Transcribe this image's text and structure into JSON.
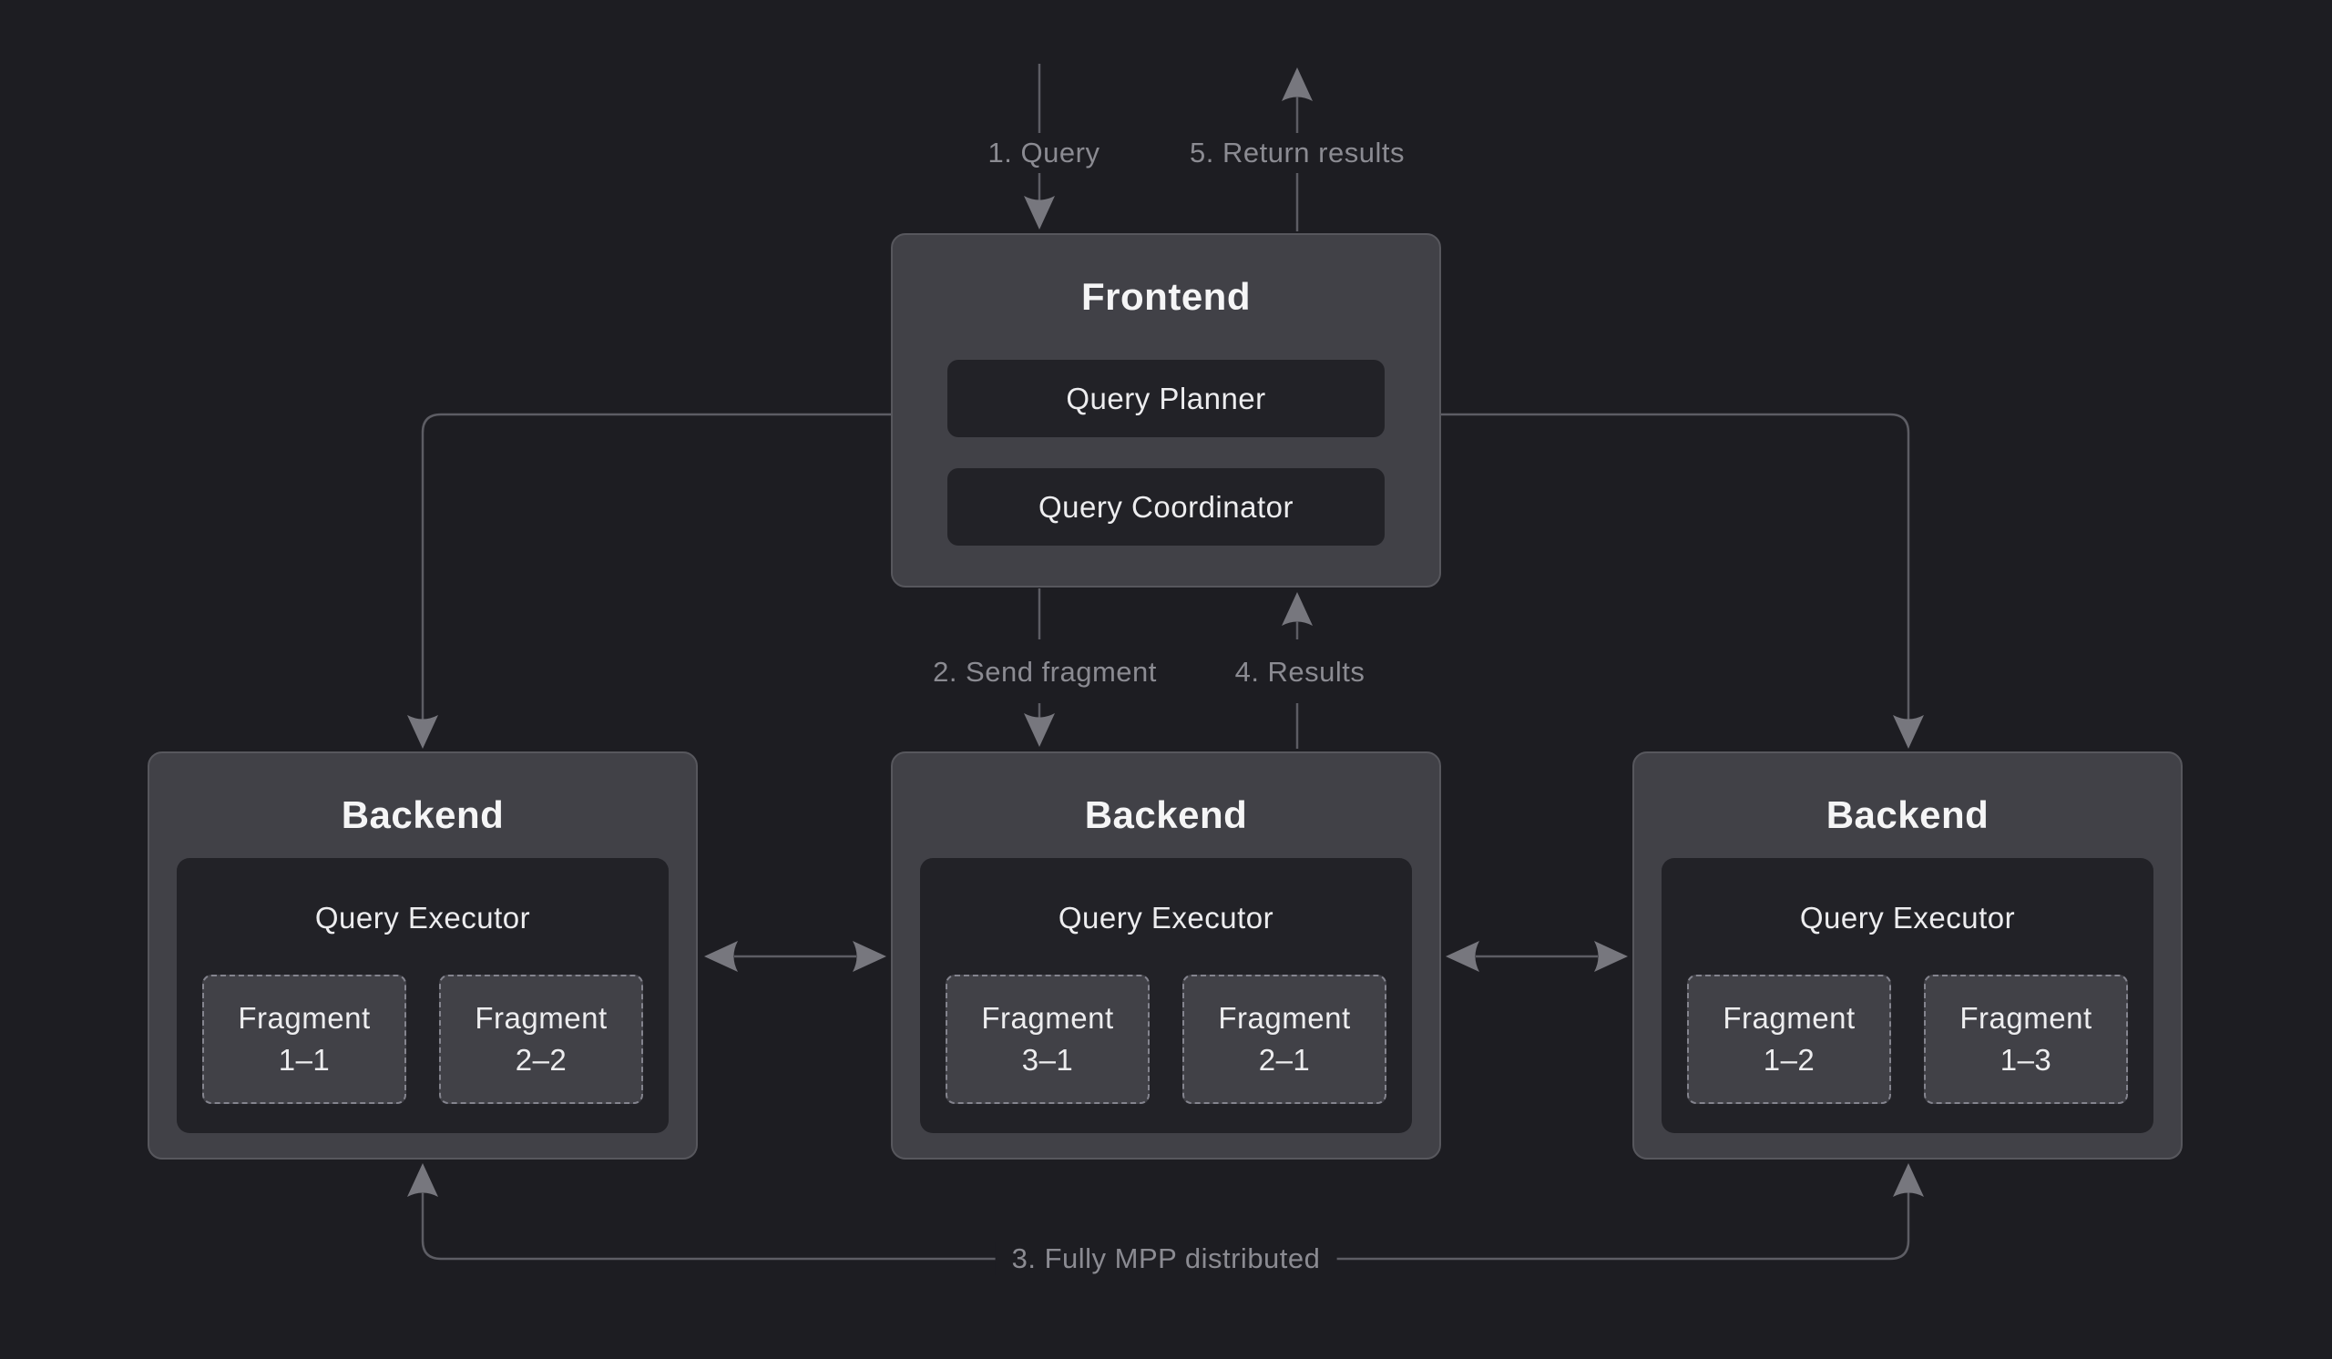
{
  "colors": {
    "background": "#1d1d22",
    "node_fill": "#414147",
    "node_border": "#57575d",
    "inner_panel_fill": "#222227",
    "fragment_fill": "#414147",
    "fragment_dashed_border": "#84848e",
    "connector_line": "#5d5d64",
    "arrowhead": "#77777e",
    "edge_label_text": "#8b8b92",
    "title_text": "#f5f5f6",
    "component_text": "#ededef"
  },
  "frontend": {
    "title": "Frontend",
    "planner_label": "Query Planner",
    "coordinator_label": "Query Coordinator"
  },
  "backends": [
    {
      "title": "Backend",
      "executor_label": "Query Executor",
      "fragments": [
        {
          "name": "Fragment",
          "id": "1–1"
        },
        {
          "name": "Fragment",
          "id": "2–2"
        }
      ]
    },
    {
      "title": "Backend",
      "executor_label": "Query Executor",
      "fragments": [
        {
          "name": "Fragment",
          "id": "3–1"
        },
        {
          "name": "Fragment",
          "id": "2–1"
        }
      ]
    },
    {
      "title": "Backend",
      "executor_label": "Query Executor",
      "fragments": [
        {
          "name": "Fragment",
          "id": "1–2"
        },
        {
          "name": "Fragment",
          "id": "1–3"
        }
      ]
    }
  ],
  "edge_labels": {
    "step1": "1. Query",
    "step2": "2. Send fragment",
    "step3": "3. Fully MPP distributed",
    "step4": "4. Results",
    "step5": "5. Return results"
  }
}
